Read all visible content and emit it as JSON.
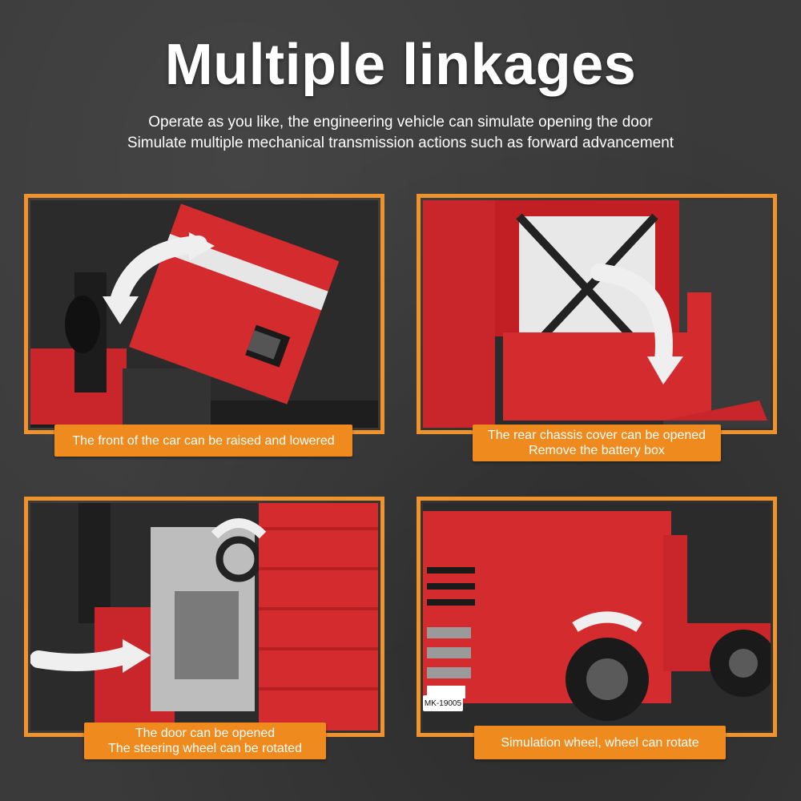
{
  "title": "Multiple linkages",
  "subtitle": [
    "Operate as you like, the engineering vehicle can simulate opening the door",
    "Simulate multiple mechanical transmission actions such as forward advancement"
  ],
  "colors": {
    "accent": "#ef8a1e",
    "frame": "#f0932c",
    "truck_red": "#d9262a",
    "background": "#3a3a3a"
  },
  "panels": [
    {
      "caption": [
        "The front of the car can be raised and lowered"
      ]
    },
    {
      "caption": [
        "The rear chassis cover can be opened",
        "Remove the battery box"
      ]
    },
    {
      "caption": [
        "The door can be opened",
        "The steering wheel can be rotated"
      ]
    },
    {
      "caption": [
        "Simulation wheel, wheel can rotate"
      ],
      "plate": "MK-19005"
    }
  ]
}
